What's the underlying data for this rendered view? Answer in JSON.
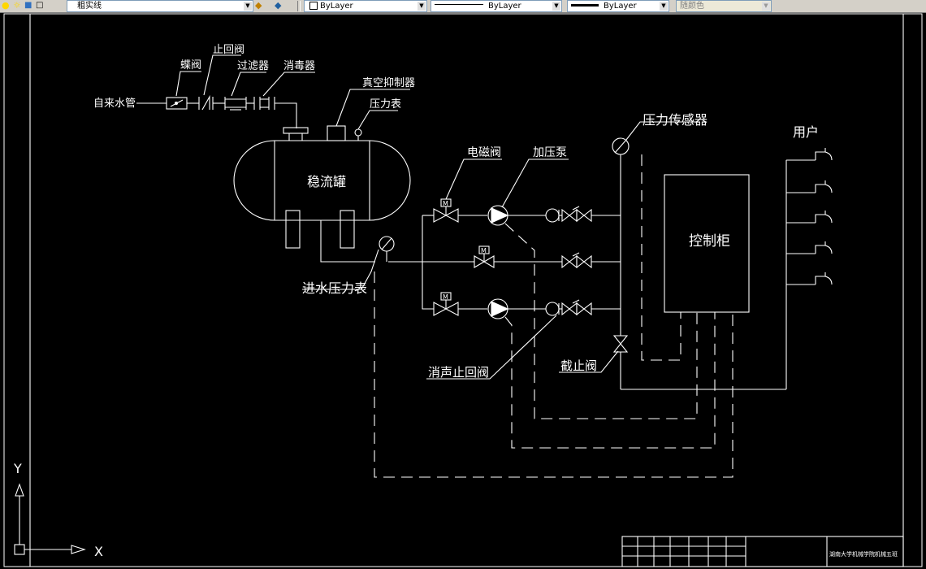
{
  "toolbar": {
    "layer_name": "粗实线",
    "color_combo": "ByLayer",
    "linetype_combo": "ByLayer",
    "lineweight_combo": "ByLayer",
    "plotstyle_combo": "随颜色"
  },
  "diagram": {
    "labels": {
      "butterfly_valve": "蝶阀",
      "check_valve": "止回阀",
      "filter": "过滤器",
      "disinfector": "消毒器",
      "tap_water_pipe": "自来水管",
      "vacuum_suppressor": "真空抑制器",
      "pressure_gauge": "压力表",
      "stabilizer_tank": "稳流罐",
      "solenoid_valve": "电磁阀",
      "booster_pump": "加压泵",
      "pressure_sensor": "压力传感器",
      "users": "用户",
      "control_cabinet": "控制柜",
      "inlet_pressure_gauge": "进水压力表",
      "silent_check_valve": "消声止回阀",
      "stop_valve": "截止阀",
      "solenoid_mark": "M"
    }
  },
  "ucs": {
    "y_label": "Y",
    "x_label": "X"
  },
  "title_block": {
    "text": "湖南大学机械学院机械五班"
  },
  "colors": {
    "background": "#000000",
    "line": "#ffffff",
    "toolbar": "#d4d0c8"
  }
}
